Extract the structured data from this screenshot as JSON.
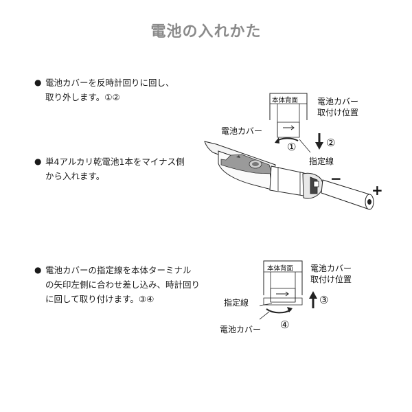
{
  "title": "電池の入れかた",
  "bullet": "●",
  "steps": [
    {
      "text": "電池カバーを反時計回りに回し、\n取り外します。①②"
    },
    {
      "text": "単4アルカリ乾電池1本をマイナス側\nから入れます。"
    },
    {
      "text": "電池カバーの指定線を本体ターミナル\nの矢印左側に合わせ差し込み、時計回り\nに回して取り付けます。③④"
    }
  ],
  "diagram_top": {
    "body_back": "本体背面",
    "cover_position": "電池カバー\n取付け位置",
    "battery_cover": "電池カバー",
    "marker_line": "指定線",
    "num1": "①",
    "num2": "②",
    "minus": "−",
    "plus": "+"
  },
  "diagram_bottom": {
    "body_back": "本体背面",
    "cover_position": "電池カバー\n取付け位置",
    "marker_line": "指定線",
    "battery_cover": "電池カバー",
    "num3": "③",
    "num4": "④"
  }
}
